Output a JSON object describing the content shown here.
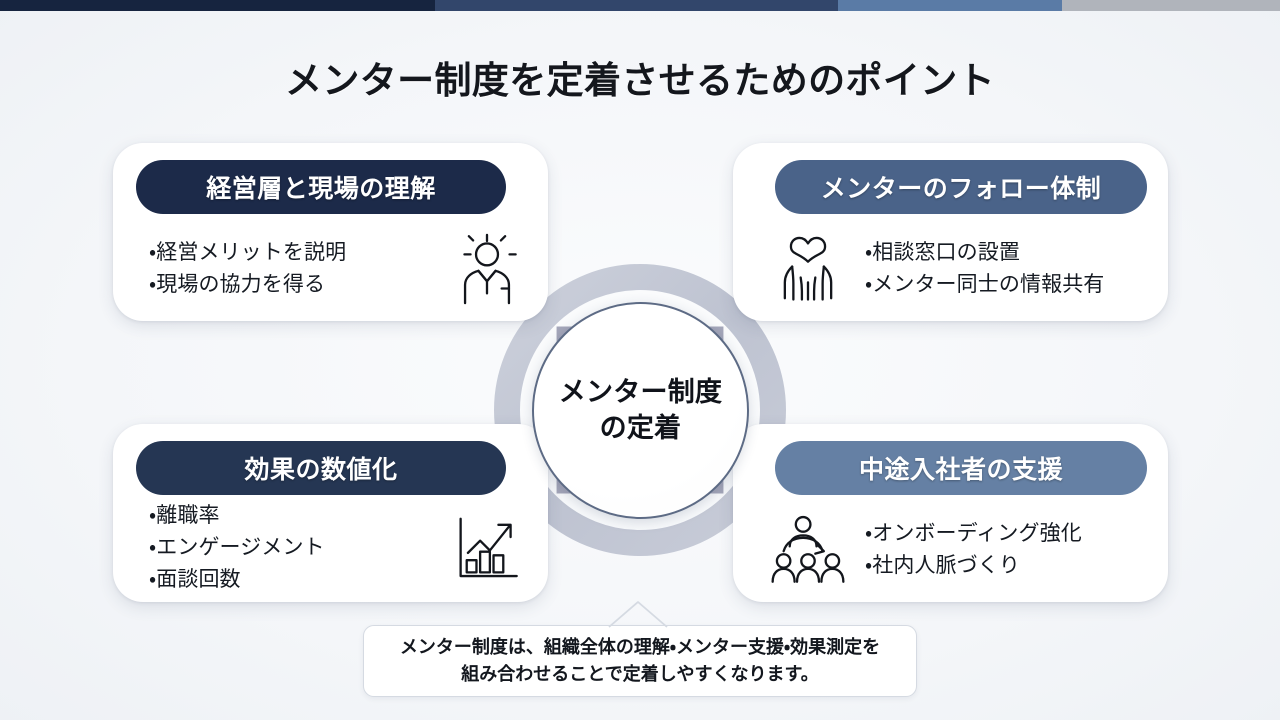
{
  "topbar": {
    "segments": [
      {
        "name": "segment-1",
        "color": "#16243f",
        "width_pct": 34
      },
      {
        "name": "segment-2",
        "color": "#32466b",
        "width_pct": 31.5
      },
      {
        "name": "segment-3",
        "color": "#5a7ba6",
        "width_pct": 17.5
      },
      {
        "name": "segment-4",
        "color": "#b0b4bb",
        "width_pct": 17
      }
    ]
  },
  "title": "メンター制度を定着させるためのポイント",
  "center": {
    "line1": "メンター制度",
    "line2": "の定着"
  },
  "cards": [
    {
      "id": "card-tl",
      "position": "top-left",
      "heading": "経営層と現場の理解",
      "heading_color": "#1c2a49",
      "icon": "person-with-idea-icon",
      "bullets": [
        "・経営メリットを説明",
        "・現場の協力を得る"
      ]
    },
    {
      "id": "card-tr",
      "position": "top-right",
      "heading": "メンターのフォロー体制",
      "heading_color": "#4a6389",
      "icon": "hands-holding-heart-icon",
      "bullets": [
        "・相談窓口の設置",
        "・メンター同士の情報共有"
      ]
    },
    {
      "id": "card-bl",
      "position": "bottom-left",
      "heading": "効果の数値化",
      "heading_color": "#253653",
      "icon": "growth-bar-chart-icon",
      "bullets": [
        "・離職率",
        "・エンゲージメント",
        "・面談回数"
      ]
    },
    {
      "id": "card-br",
      "position": "bottom-right",
      "heading": "中途入社者の支援",
      "heading_color": "#6580a4",
      "icon": "people-group-icon",
      "bullets": [
        "・オンボーディング強化",
        "・社内人脈づくり"
      ]
    }
  ],
  "caption": {
    "line1": "メンター制度は、組織全体の理解・メンター支援・効果測定を",
    "line2": "組み合わせることで定着しやすくなります。"
  },
  "graphics": {
    "ring_color": "#c3c7d4",
    "arrow_color": "#9a9cb0",
    "circle_border_color": "#5d6b85",
    "background_color": "#f6f8fa"
  }
}
